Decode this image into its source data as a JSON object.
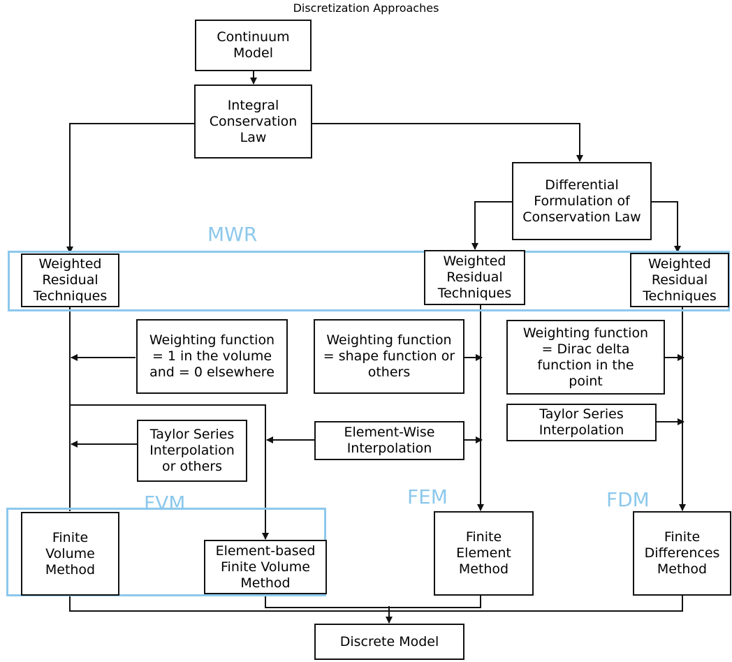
{
  "title": "Discretization Approaches",
  "regions": {
    "mwr": "MWR",
    "fvm": "FVM",
    "fem": "FEM",
    "fdm": "FDM"
  },
  "nodes": {
    "continuum": [
      "Continuum",
      "Model"
    ],
    "integral": [
      "Integral",
      "Conservation",
      "Law"
    ],
    "differential": [
      "Differential",
      "Formulation of",
      "Conservation Law"
    ],
    "wrt_left": [
      "Weighted",
      "Residual",
      "Techniques"
    ],
    "wrt_mid": [
      "Weighted",
      "Residual",
      "Techniques"
    ],
    "wrt_right": [
      "Weighted",
      "Residual",
      "Techniques"
    ],
    "wf_volume": [
      "Weighting function",
      "= 1 in the volume",
      "and = 0 elsewhere"
    ],
    "wf_shape": [
      "Weighting function",
      "= shape function or",
      "others"
    ],
    "wf_dirac": [
      "Weighting function",
      "= Dirac delta",
      "function in the",
      "point"
    ],
    "taylor_right": [
      "Taylor Series",
      "Interpolation"
    ],
    "taylor_left": [
      "Taylor Series",
      "Interpolation",
      "or others"
    ],
    "element_wise": [
      "Element-Wise",
      "Interpolation"
    ],
    "fvm_method": [
      "Finite",
      "Volume",
      "Method"
    ],
    "ebfvm_method": [
      "Element-based",
      "Finite Volume",
      "Method"
    ],
    "fem_method": [
      "Finite",
      "Element",
      "Method"
    ],
    "fdm_method": [
      "Finite",
      "Differences",
      "Method"
    ],
    "discrete": [
      "Discrete Model"
    ]
  },
  "colors": {
    "region_border": "#8cc8ec",
    "line": "#111111"
  }
}
